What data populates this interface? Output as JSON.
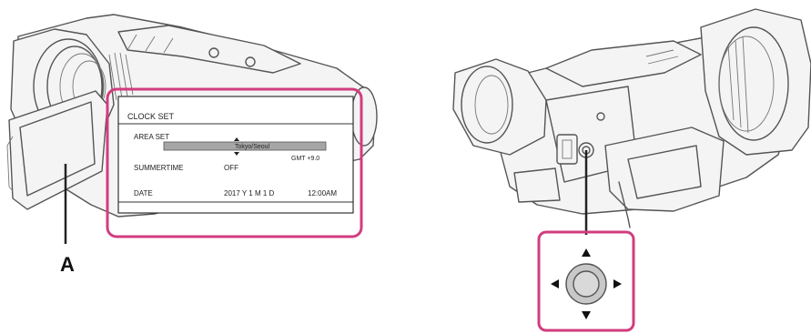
{
  "callout_label": "A",
  "menu": {
    "title": "CLOCK SET",
    "area_set_label": "AREA SET",
    "area_value": "Tokyo/Seoul",
    "gmt_value": "GMT +9.0",
    "summertime_label": "SUMMERTIME",
    "summertime_value": "OFF",
    "date_label": "DATE",
    "date_value": "2017 Y  1  M  1  D",
    "time_value": "12:00AM"
  },
  "colors": {
    "highlight": "#d23c7e",
    "line": "#555555",
    "body": "#f4f4f4",
    "dial": "#c8c8c8"
  },
  "icons": [
    "up-arrow-icon",
    "down-arrow-icon",
    "left-arrow-icon",
    "right-arrow-icon",
    "center-button-icon"
  ]
}
